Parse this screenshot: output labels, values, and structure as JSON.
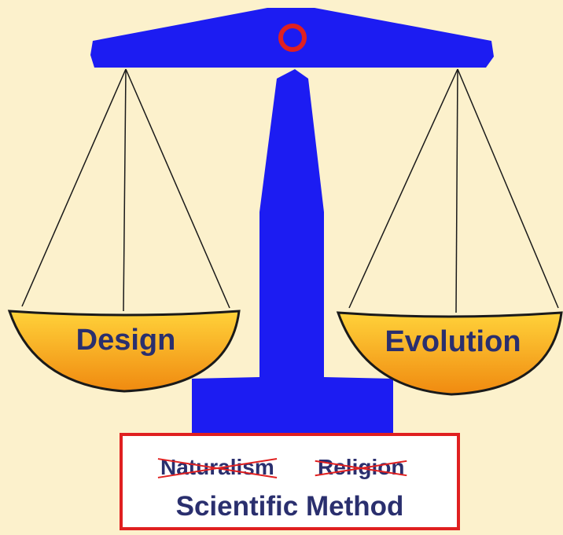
{
  "scale": {
    "left_pan_label": "Design",
    "right_pan_label": "Evolution"
  },
  "base": {
    "rejected": [
      "Naturalism",
      "Religion"
    ],
    "method": "Scientific Method"
  },
  "colors": {
    "background": "#fcf1cc",
    "scale_body": "#1c1cf2",
    "pan_fill_top": "#ffd23a",
    "pan_fill_bottom": "#f08a10",
    "accent_red": "#e02020",
    "text": "#2a2f6e"
  }
}
